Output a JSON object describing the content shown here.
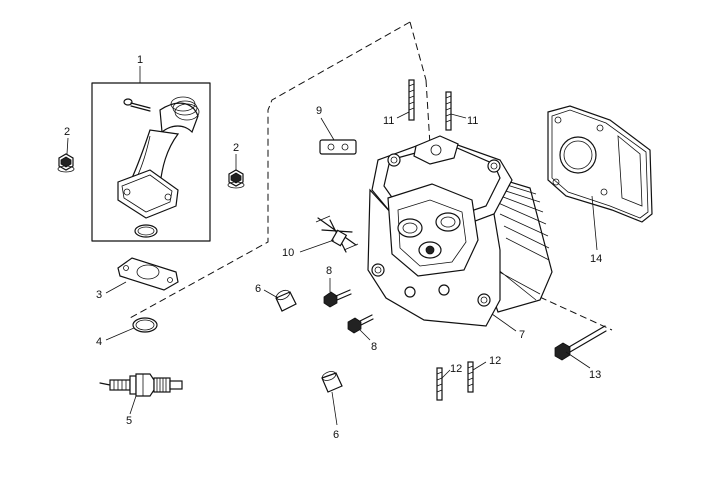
{
  "callouts": {
    "p1": "1",
    "p2a": "2",
    "p2b": "2",
    "p3": "3",
    "p4": "4",
    "p5": "5",
    "p6a": "6",
    "p6b": "6",
    "p7": "7",
    "p8a": "8",
    "p8b": "8",
    "p9": "9",
    "p10": "10",
    "p11a": "11",
    "p11b": "11",
    "p12a": "12",
    "p12b": "12",
    "p13": "13",
    "p14": "14"
  }
}
